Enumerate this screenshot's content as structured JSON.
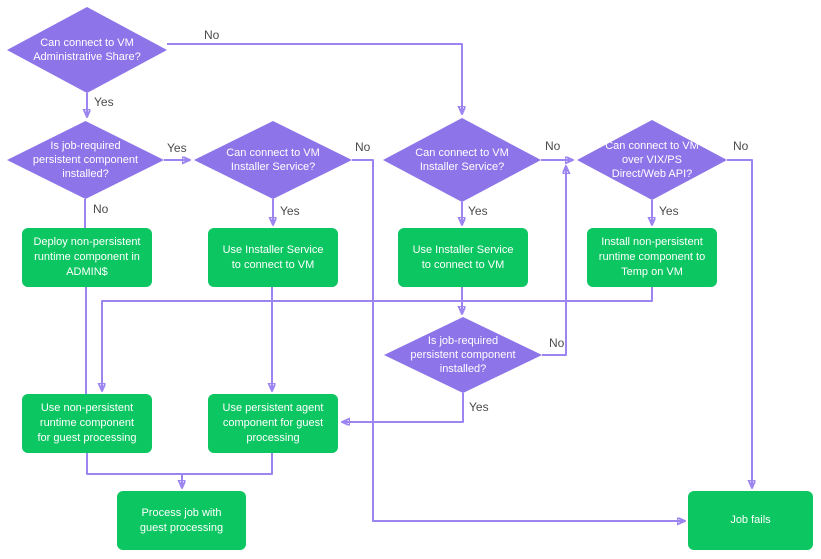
{
  "colors": {
    "diamond": "#8d74e9",
    "box": "#0bc661",
    "line": "#9c85f1",
    "label": "#4b4b4b"
  },
  "decisions": [
    {
      "id": "admin-share",
      "label": "Can connect to VM Administrative Share?"
    },
    {
      "id": "job-required-left",
      "label": "Is job-required persistent component installed?"
    },
    {
      "id": "installer-service-left",
      "label": "Can connect to VM Installer Service?"
    },
    {
      "id": "installer-service-right",
      "label": "Can connect to VM Installer Service?"
    },
    {
      "id": "vix-ps-api",
      "label": "Can connect to VM over VIX/PS Direct/Web API?"
    },
    {
      "id": "job-required-middle",
      "label": "Is job-required persistent component installed?"
    }
  ],
  "actions": [
    {
      "id": "deploy-admin-share",
      "label": "Deploy non-persistent runtime component in ADMIN$"
    },
    {
      "id": "use-installer-left",
      "label": "Use Installer Service to connect to VM"
    },
    {
      "id": "use-installer-right",
      "label": "Use Installer Service to connect to VM"
    },
    {
      "id": "install-temp",
      "label": "Install non-persistent runtime component to Temp on VM"
    },
    {
      "id": "use-nonpersistent-runtime",
      "label": "Use non-persistent runtime component for guest processing"
    },
    {
      "id": "use-persistent-agent",
      "label": "Use persistent agent component for guest processing"
    },
    {
      "id": "process-job",
      "label": "Process job with guest processing"
    },
    {
      "id": "job-fails",
      "label": "Job fails"
    }
  ],
  "edges": [
    {
      "from": "admin-share",
      "to": "job-required-left",
      "label": "Yes"
    },
    {
      "from": "admin-share",
      "to": "installer-service-right",
      "label": "No"
    },
    {
      "from": "job-required-left",
      "to": "installer-service-left",
      "label": "Yes"
    },
    {
      "from": "job-required-left",
      "to": "deploy-admin-share",
      "label": "No"
    },
    {
      "from": "installer-service-left",
      "to": "use-installer-left",
      "label": "Yes"
    },
    {
      "from": "installer-service-left",
      "to": "job-fails",
      "label": "No"
    },
    {
      "from": "installer-service-right",
      "to": "use-installer-right",
      "label": "Yes"
    },
    {
      "from": "installer-service-right",
      "to": "vix-ps-api",
      "label": "No"
    },
    {
      "from": "vix-ps-api",
      "to": "install-temp",
      "label": "Yes"
    },
    {
      "from": "vix-ps-api",
      "to": "job-fails",
      "label": "No"
    },
    {
      "from": "use-installer-right",
      "to": "job-required-middle",
      "label": ""
    },
    {
      "from": "job-required-middle",
      "to": "use-persistent-agent",
      "label": "Yes"
    },
    {
      "from": "job-required-middle",
      "to": "vix-ps-api",
      "label": "No"
    },
    {
      "from": "install-temp",
      "to": "use-nonpersistent-runtime",
      "label": ""
    },
    {
      "from": "deploy-admin-share",
      "to": "use-nonpersistent-runtime",
      "label": ""
    },
    {
      "from": "use-installer-left",
      "to": "use-persistent-agent",
      "label": ""
    },
    {
      "from": "use-nonpersistent-runtime",
      "to": "process-job",
      "label": ""
    },
    {
      "from": "use-persistent-agent",
      "to": "process-job",
      "label": ""
    }
  ]
}
